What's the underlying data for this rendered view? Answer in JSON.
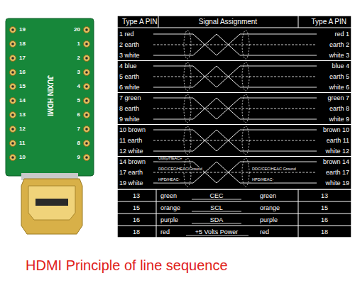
{
  "diagram": {
    "caption": "HDMI Principle of line sequence",
    "labels": [
      "Type A PIN",
      "Signal Assignment",
      "Type A PIN",
      "1 red",
      "red 1",
      "2 earth",
      "earth 2",
      "3 white",
      "white 3",
      "4 blue",
      "blue 4",
      "5 earth",
      "earth 5",
      "6 white",
      "white 6",
      "7 green",
      "green 7",
      "8 earth",
      "earth 8",
      "9 white",
      "white 9",
      "10 brown",
      "brown 10",
      "11 earth",
      "earth 11",
      "12 white",
      "white 12",
      "14 brown",
      "brown 14",
      "17 earth",
      "earth 17",
      "19 white",
      "white 19",
      "Utility/HEAC+",
      "DDC/CEC/HEAC/Ground",
      "HPD/HEAC-",
      "DDC/CEC/HEAC Ground",
      "HPD/HEAC-",
      "13",
      "green",
      "CEC",
      "green",
      "13",
      "15",
      "orange",
      "SCL",
      "orange",
      "15",
      "16",
      "purple",
      "SDA",
      "purple",
      "16",
      "18",
      "red",
      "+5 Volts Power",
      "red",
      "18",
      "19",
      "18",
      "17",
      "16",
      "15",
      "14",
      "13",
      "12",
      "11",
      "10",
      "20",
      "1",
      "2",
      "3",
      "4",
      "5",
      "6",
      "7",
      "8",
      "9",
      "JUXIN HDMI"
    ]
  }
}
